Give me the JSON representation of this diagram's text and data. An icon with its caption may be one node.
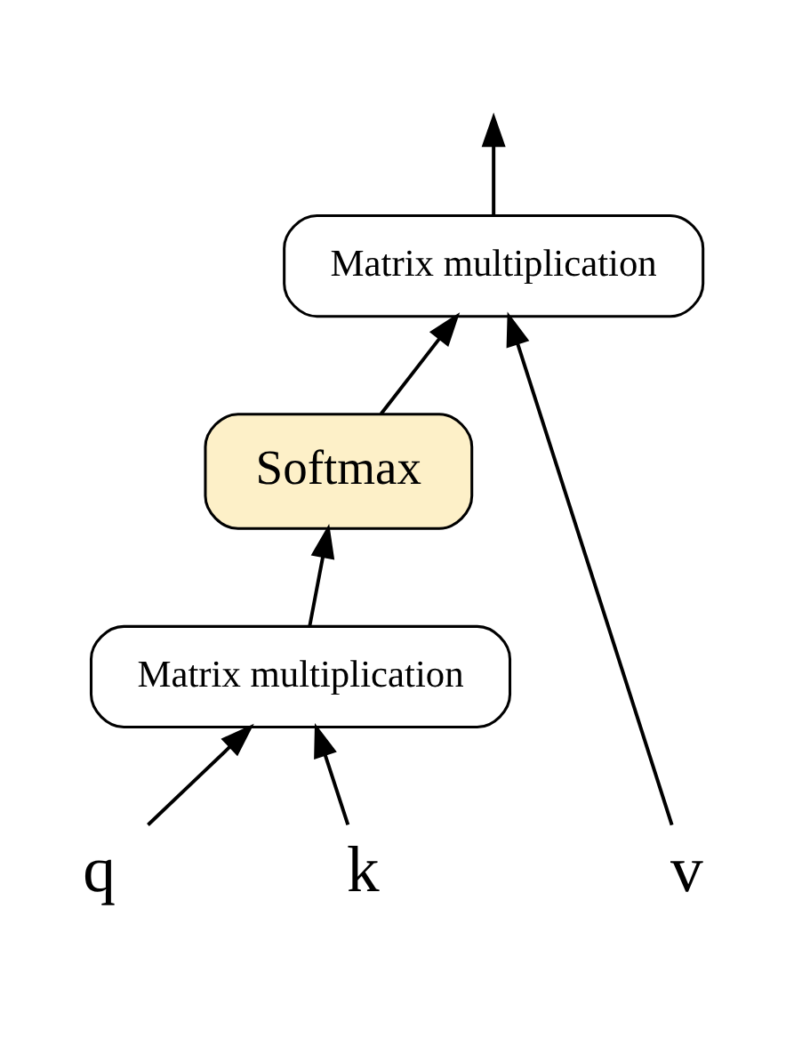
{
  "diagram": {
    "nodes": [
      {
        "text": [
          "Matrix multiplication"
        ]
      },
      {
        "text": [
          "Softmax"
        ]
      },
      {
        "text": [
          "Matrix multiplication"
        ]
      },
      {
        "text": [
          "q"
        ]
      },
      {
        "text": [
          "k"
        ]
      },
      {
        "text": [
          "v"
        ]
      }
    ],
    "edges": [
      {
        "from": 3,
        "to": 2,
        "arrow": "to"
      },
      {
        "from": 4,
        "to": 2,
        "arrow": "to"
      },
      {
        "from": 2,
        "to": 1,
        "arrow": "to"
      },
      {
        "from": 1,
        "to": 0,
        "arrow": "to"
      },
      {
        "from": 5,
        "to": 0,
        "arrow": "to"
      },
      {
        "from": 0,
        "to": null,
        "arrow": "to"
      }
    ]
  }
}
